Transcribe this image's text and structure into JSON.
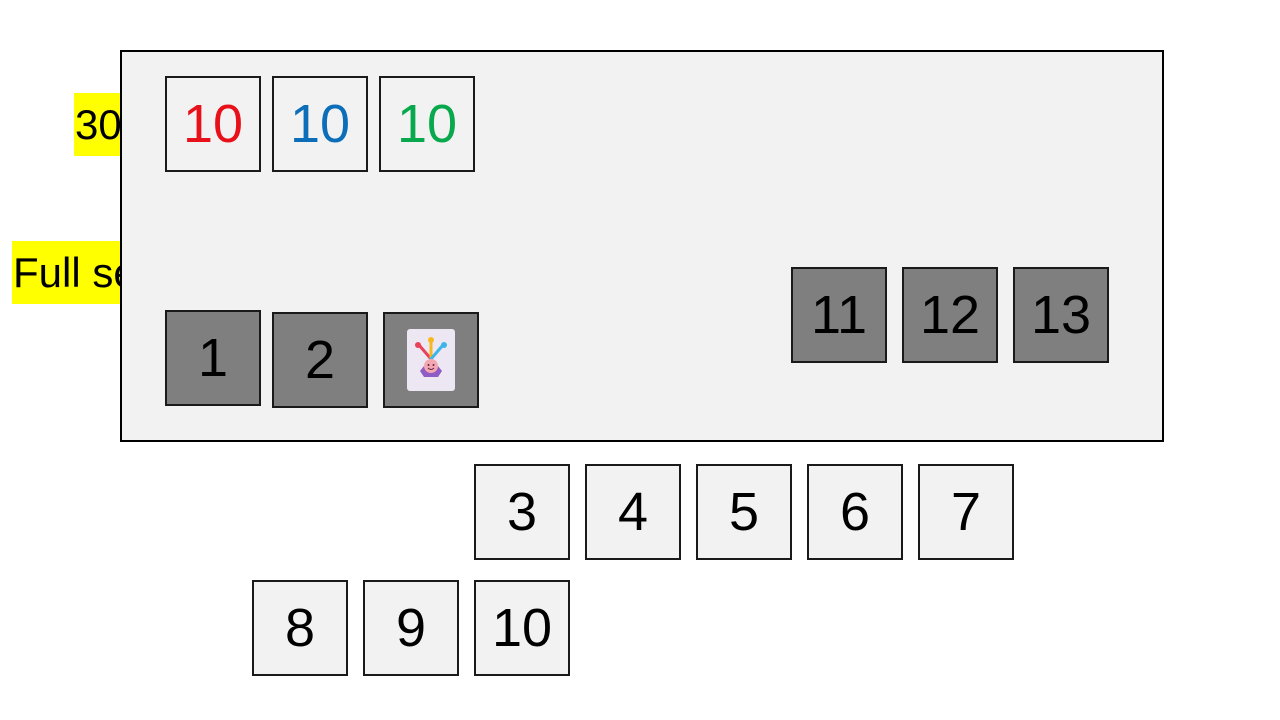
{
  "labels": {
    "meld_total": "30",
    "full_set": "Full set"
  },
  "meld_tiles": [
    {
      "value": "10",
      "color": "#e8111a"
    },
    {
      "value": "10",
      "color": "#0c6eb8"
    },
    {
      "value": "10",
      "color": "#08a84c"
    }
  ],
  "set_tiles_left": [
    {
      "value": "1"
    },
    {
      "value": "2"
    },
    {
      "value": "",
      "icon": "joker-icon"
    }
  ],
  "set_tiles_right": [
    {
      "value": "11"
    },
    {
      "value": "12"
    },
    {
      "value": "13"
    }
  ],
  "outside_row1": [
    "3",
    "4",
    "5",
    "6",
    "7"
  ],
  "outside_row2": [
    "8",
    "9",
    "10"
  ],
  "colors": {
    "board": "#f2f2f2",
    "dark_tile": "#7f7f7f",
    "highlight": "#ffff00"
  }
}
